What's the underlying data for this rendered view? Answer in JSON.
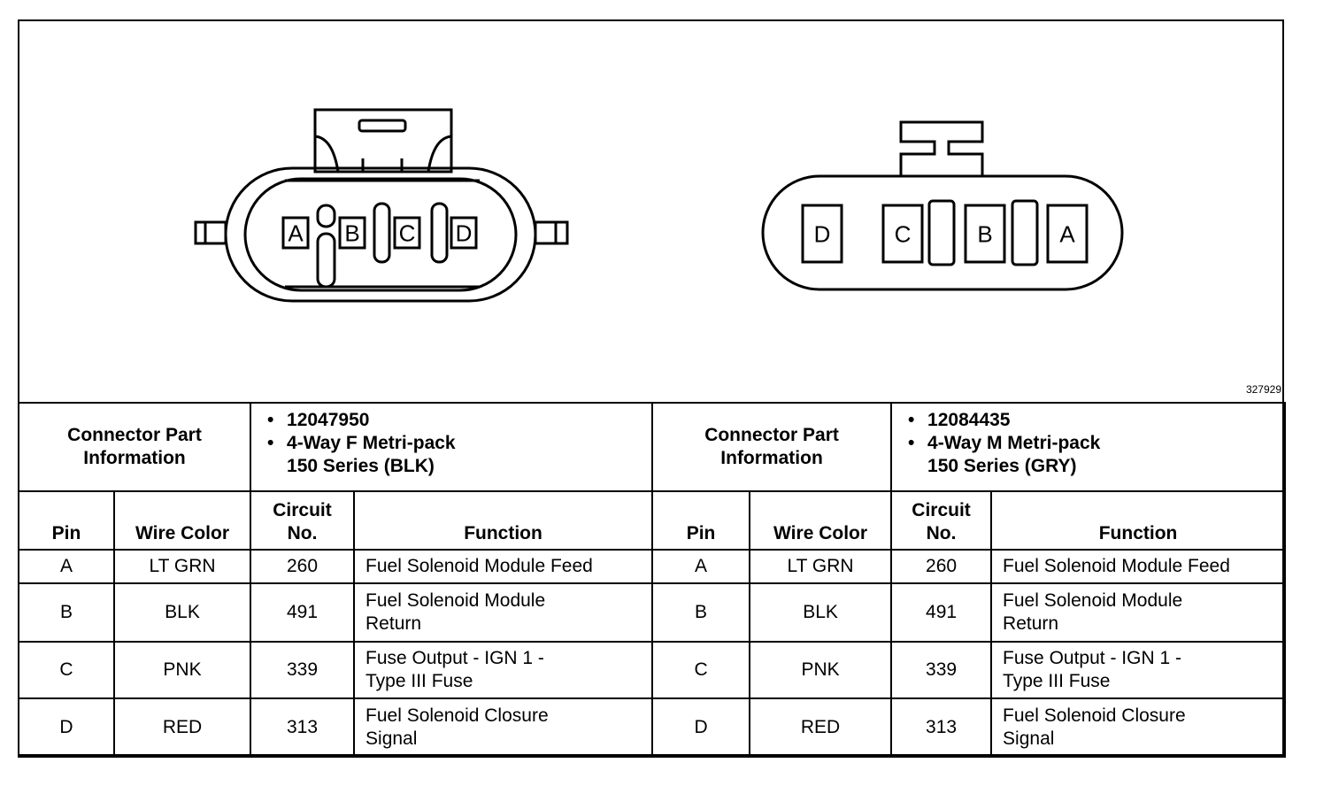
{
  "figure_id": "327929",
  "connectors": [
    {
      "pins_front": [
        "A",
        "B",
        "C",
        "D"
      ],
      "info_label": "Connector Part Information",
      "part_number": "12047950",
      "description_line1": "4-Way F Metri-pack",
      "description_line2": "150 Series (BLK)"
    },
    {
      "pins_front": [
        "D",
        "C",
        "B",
        "A"
      ],
      "info_label": "Connector Part Information",
      "part_number": "12084435",
      "description_line1": "4-Way M Metri-pack",
      "description_line2": "150 Series (GRY)"
    }
  ],
  "headers": {
    "pin": "Pin",
    "wire_color": "Wire Color",
    "circuit_line1": "Circuit",
    "circuit_line2": "No.",
    "function": "Function"
  },
  "rows": [
    {
      "pin": "A",
      "wire": "LT GRN",
      "circuit": "260",
      "func1": "Fuel Solenoid Module Feed",
      "func2": ""
    },
    {
      "pin": "B",
      "wire": "BLK",
      "circuit": "491",
      "func1": "Fuel Solenoid Module",
      "func2": "Return"
    },
    {
      "pin": "C",
      "wire": "PNK",
      "circuit": "339",
      "func1": "Fuse Output - IGN 1 -",
      "func2": "Type III Fuse"
    },
    {
      "pin": "D",
      "wire": "RED",
      "circuit": "313",
      "func1": "Fuel Solenoid Closure",
      "func2": "Signal"
    }
  ]
}
